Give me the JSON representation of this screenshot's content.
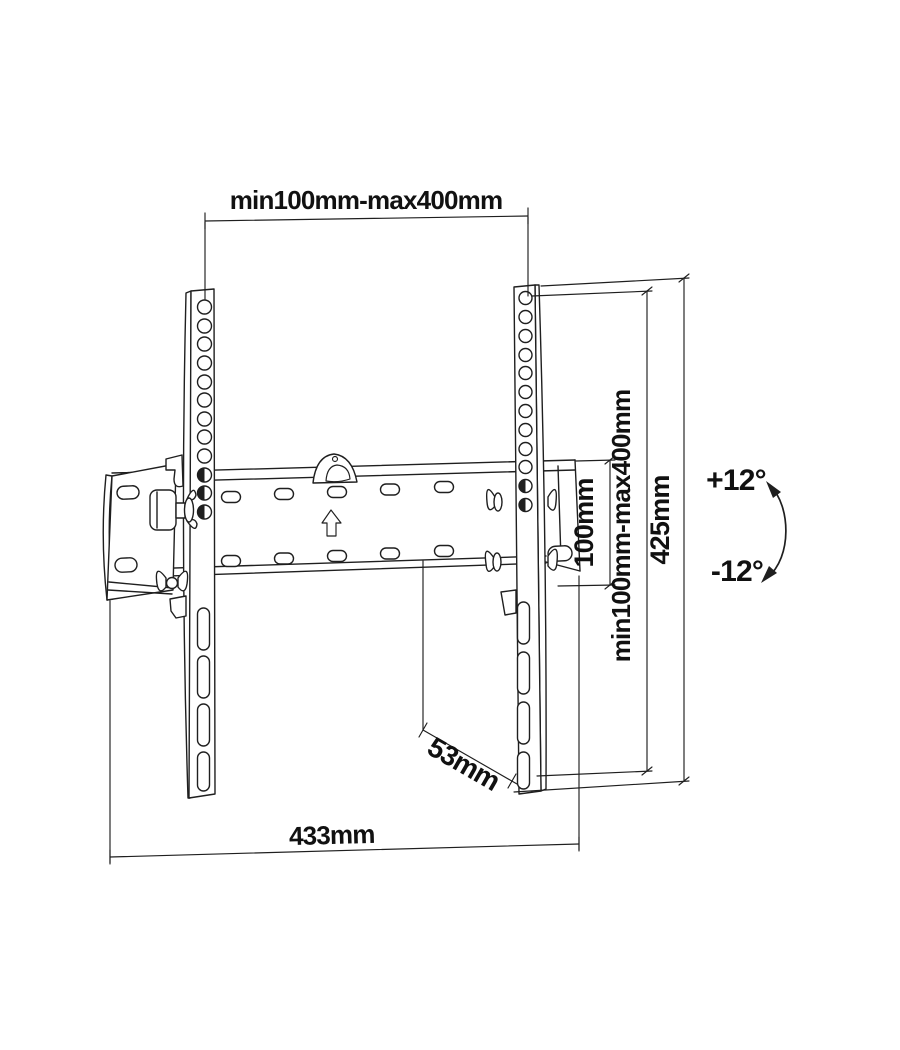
{
  "diagram": {
    "subject": "tilting-tv-wall-mount-technical-drawing",
    "line_color": "#1f1f1f",
    "background_color": "#ffffff",
    "dimensions": {
      "vesa_width_label": "min100mm-max400mm",
      "vesa_height_label": "min100mm-max400mm",
      "plate_height_label": "100mm",
      "bracket_height_label": "425mm",
      "depth_label": "53mm",
      "plate_width_label": "433mm"
    },
    "tilt": {
      "up_label": "+12°",
      "down_label": "-12°"
    },
    "icons": {
      "orientation_arrow": "up-arrow",
      "tilt_arrow": "curved-double-headed-arc-arrow",
      "level_clip": "dome-level-clip"
    }
  }
}
